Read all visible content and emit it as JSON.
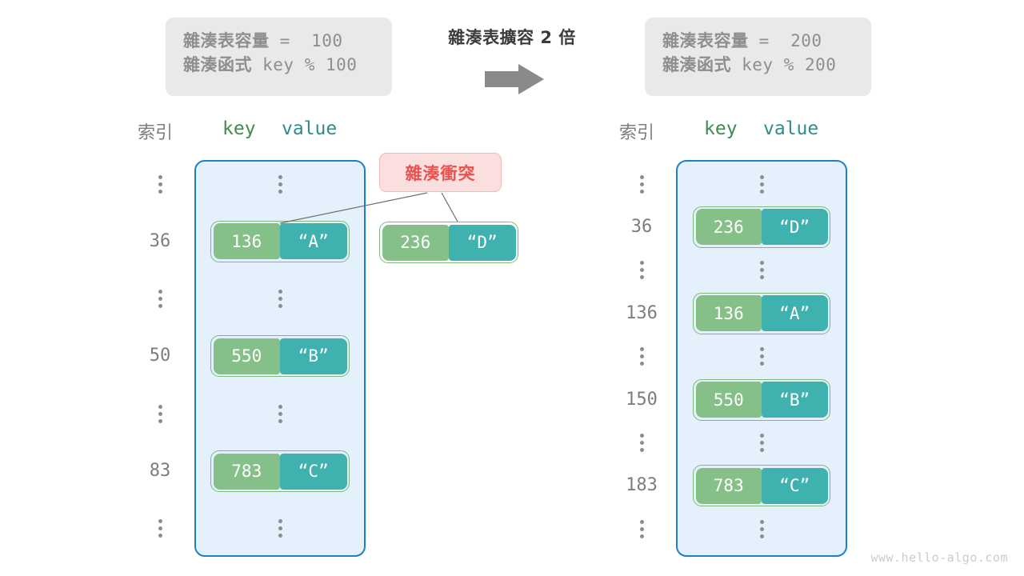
{
  "transform": {
    "label": "雜湊表擴容 2 倍",
    "arrow_icon": "right-arrow-icon"
  },
  "info_left": {
    "capacity_label": "雜湊表容量",
    "capacity_value": " =  100",
    "function_label": "雜湊函式",
    "function_value": " key % 100"
  },
  "info_right": {
    "capacity_label": "雜湊表容量",
    "capacity_value": " =  200",
    "function_label": "雜湊函式",
    "function_value": " key % 200"
  },
  "headers": {
    "index": "索引",
    "key": "key",
    "value": "value"
  },
  "collision": {
    "badge": "雜湊衝突"
  },
  "left_table": {
    "rows": [
      {
        "index": "⋮",
        "type": "dots"
      },
      {
        "index": "36",
        "type": "pair",
        "key": "136",
        "value": "“A”"
      },
      {
        "index": "⋮",
        "type": "dots"
      },
      {
        "index": "50",
        "type": "pair",
        "key": "550",
        "value": "“B”"
      },
      {
        "index": "⋮",
        "type": "dots"
      },
      {
        "index": "83",
        "type": "pair",
        "key": "783",
        "value": "“C”"
      },
      {
        "index": "⋮",
        "type": "dots"
      }
    ]
  },
  "overflow_pair": {
    "key": "236",
    "value": "“D”"
  },
  "right_table": {
    "rows": [
      {
        "index": "⋮",
        "type": "dots"
      },
      {
        "index": "36",
        "type": "pair",
        "key": "236",
        "value": "“D”"
      },
      {
        "index": "⋮",
        "type": "dots"
      },
      {
        "index": "136",
        "type": "pair",
        "key": "136",
        "value": "“A”"
      },
      {
        "index": "⋮",
        "type": "dots"
      },
      {
        "index": "150",
        "type": "pair",
        "key": "550",
        "value": "“B”"
      },
      {
        "index": "⋮",
        "type": "dots"
      },
      {
        "index": "183",
        "type": "pair",
        "key": "783",
        "value": "“C”"
      },
      {
        "index": "⋮",
        "type": "dots"
      }
    ]
  },
  "watermark": "www.hello-algo.com",
  "colors": {
    "bucket_fill": "#e4f0fb",
    "bucket_border": "#1f7fc4",
    "key_box": "#85c089",
    "value_box": "#3fb1ae",
    "pair_border": "#7fb977",
    "collision_fill": "#fbdede",
    "collision_text": "#e8524f",
    "info_fill": "#e9e9e9",
    "info_text": "#8e8e8e",
    "header_key": "#3f8b4f",
    "header_value": "#2e8d8c",
    "index_text": "#7d7d7d",
    "arrow": "#8a8a8a"
  }
}
